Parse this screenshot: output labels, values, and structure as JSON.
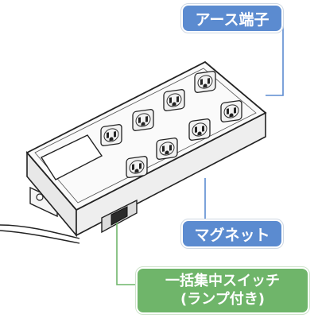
{
  "callouts": {
    "earth_terminal": "アース端子",
    "magnet": "マグネット",
    "switch_line1": "一括集中スイッチ",
    "switch_line2": "(ランプ付き)"
  },
  "colors": {
    "callout_blue": "#5b8bd0",
    "callout_green": "#6fb56a",
    "outline": "#1a1a1a"
  },
  "outlet_icon": "grounded-outlet-icon"
}
